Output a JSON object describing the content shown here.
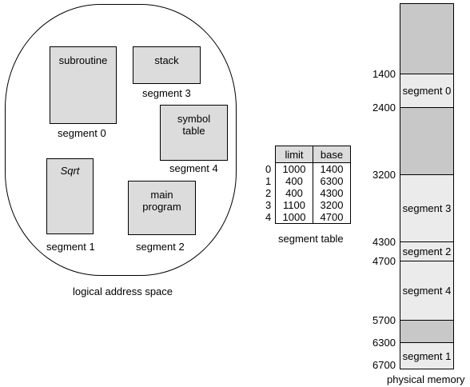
{
  "logical": {
    "caption": "logical address space",
    "segments": {
      "subroutine": {
        "box_label": "subroutine",
        "caption": "segment 0"
      },
      "stack": {
        "box_label": "stack",
        "caption": "segment 3"
      },
      "symbol": {
        "box_label_1": "symbol",
        "box_label_2": "table",
        "caption": "segment 4"
      },
      "sqrt": {
        "box_label": "Sqrt",
        "caption": "segment 1"
      },
      "main": {
        "box_label_1": "main",
        "box_label_2": "program",
        "caption": "segment 2"
      }
    }
  },
  "segment_table": {
    "caption": "segment table",
    "headers": {
      "limit": "limit",
      "base": "base"
    },
    "rows": [
      {
        "index": "0",
        "limit": "1000",
        "base": "1400"
      },
      {
        "index": "1",
        "limit": "400",
        "base": "6300"
      },
      {
        "index": "2",
        "limit": "400",
        "base": "4300"
      },
      {
        "index": "3",
        "limit": "1100",
        "base": "3200"
      },
      {
        "index": "4",
        "limit": "1000",
        "base": "4700"
      }
    ]
  },
  "physical": {
    "caption": "physical memory",
    "addresses": {
      "a1400": "1400",
      "a2400": "2400",
      "a3200": "3200",
      "a4300": "4300",
      "a4700": "4700",
      "a5700": "5700",
      "a6300": "6300",
      "a6700": "6700"
    },
    "blocks": {
      "seg0": "segment 0",
      "seg3": "segment 3",
      "seg2": "segment 2",
      "seg4": "segment 4",
      "seg1": "segment 1"
    }
  },
  "colors": {
    "free": "#c8c8c8",
    "used": "#ebebeb",
    "box": "#dcdcdc"
  }
}
